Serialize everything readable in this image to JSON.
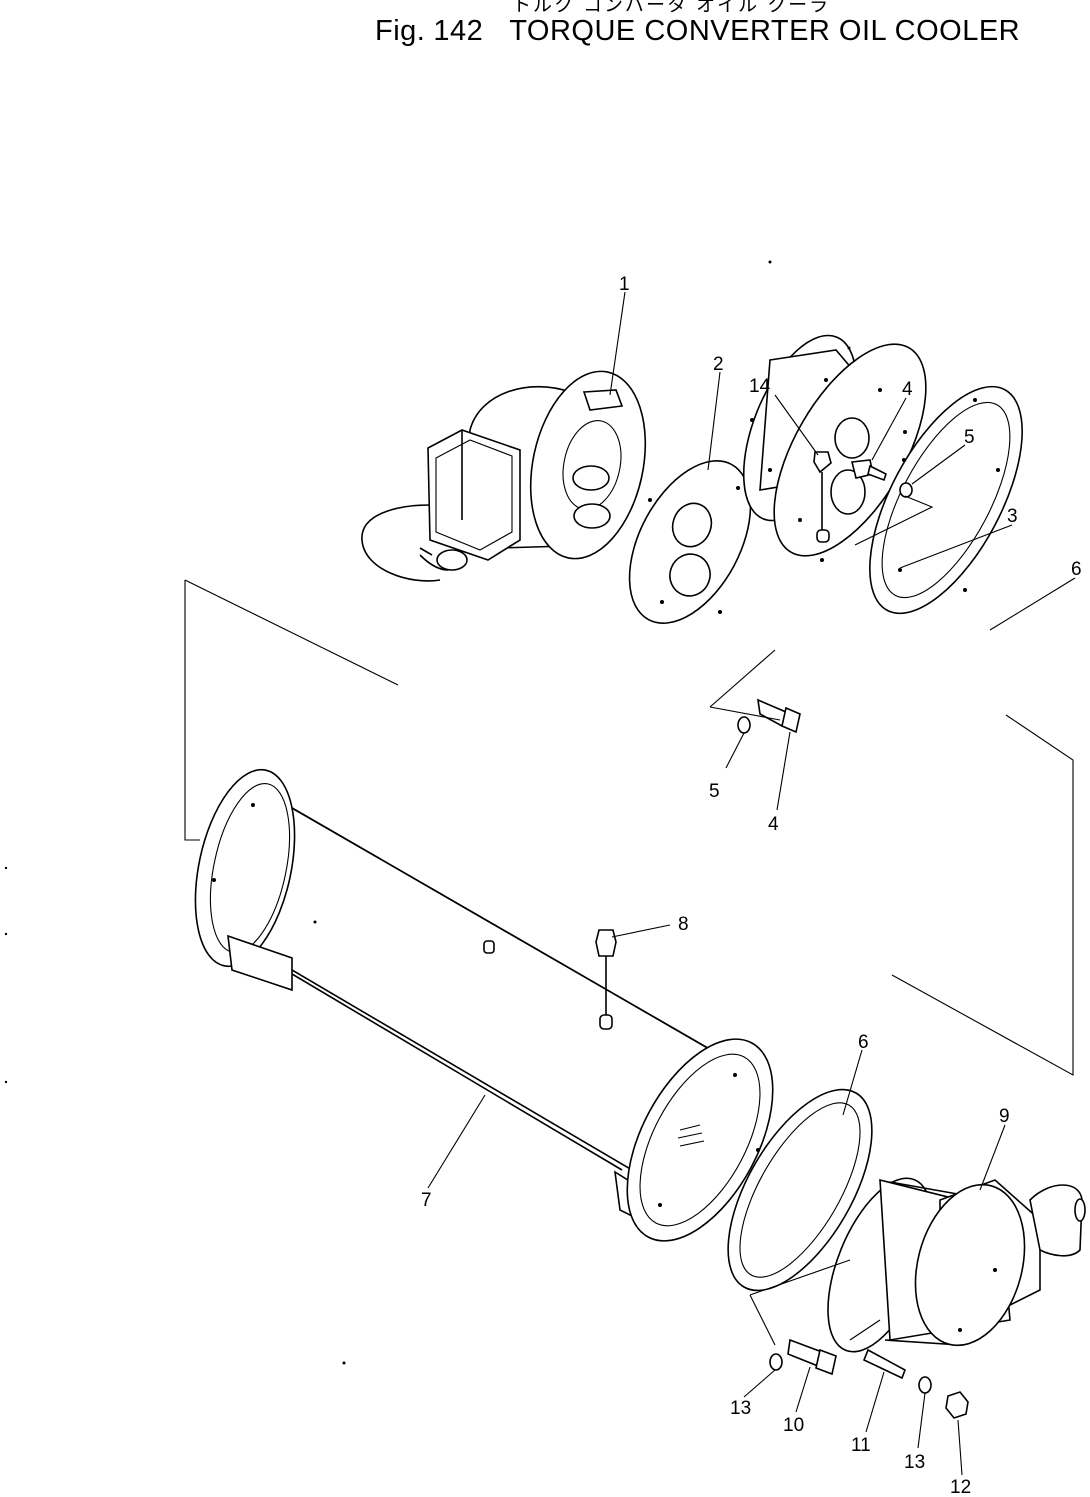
{
  "caption": {
    "japanese": "トルク コンバータ オイル クーラ",
    "fig_prefix": "Fig.",
    "fig_number": "142",
    "title": "TORQUE CONVERTER OIL COOLER"
  },
  "callouts": [
    "1",
    "2",
    "14",
    "4",
    "5",
    "3",
    "6",
    "5",
    "4",
    "8",
    "6",
    "9",
    "7",
    "13",
    "10",
    "11",
    "13",
    "12"
  ]
}
